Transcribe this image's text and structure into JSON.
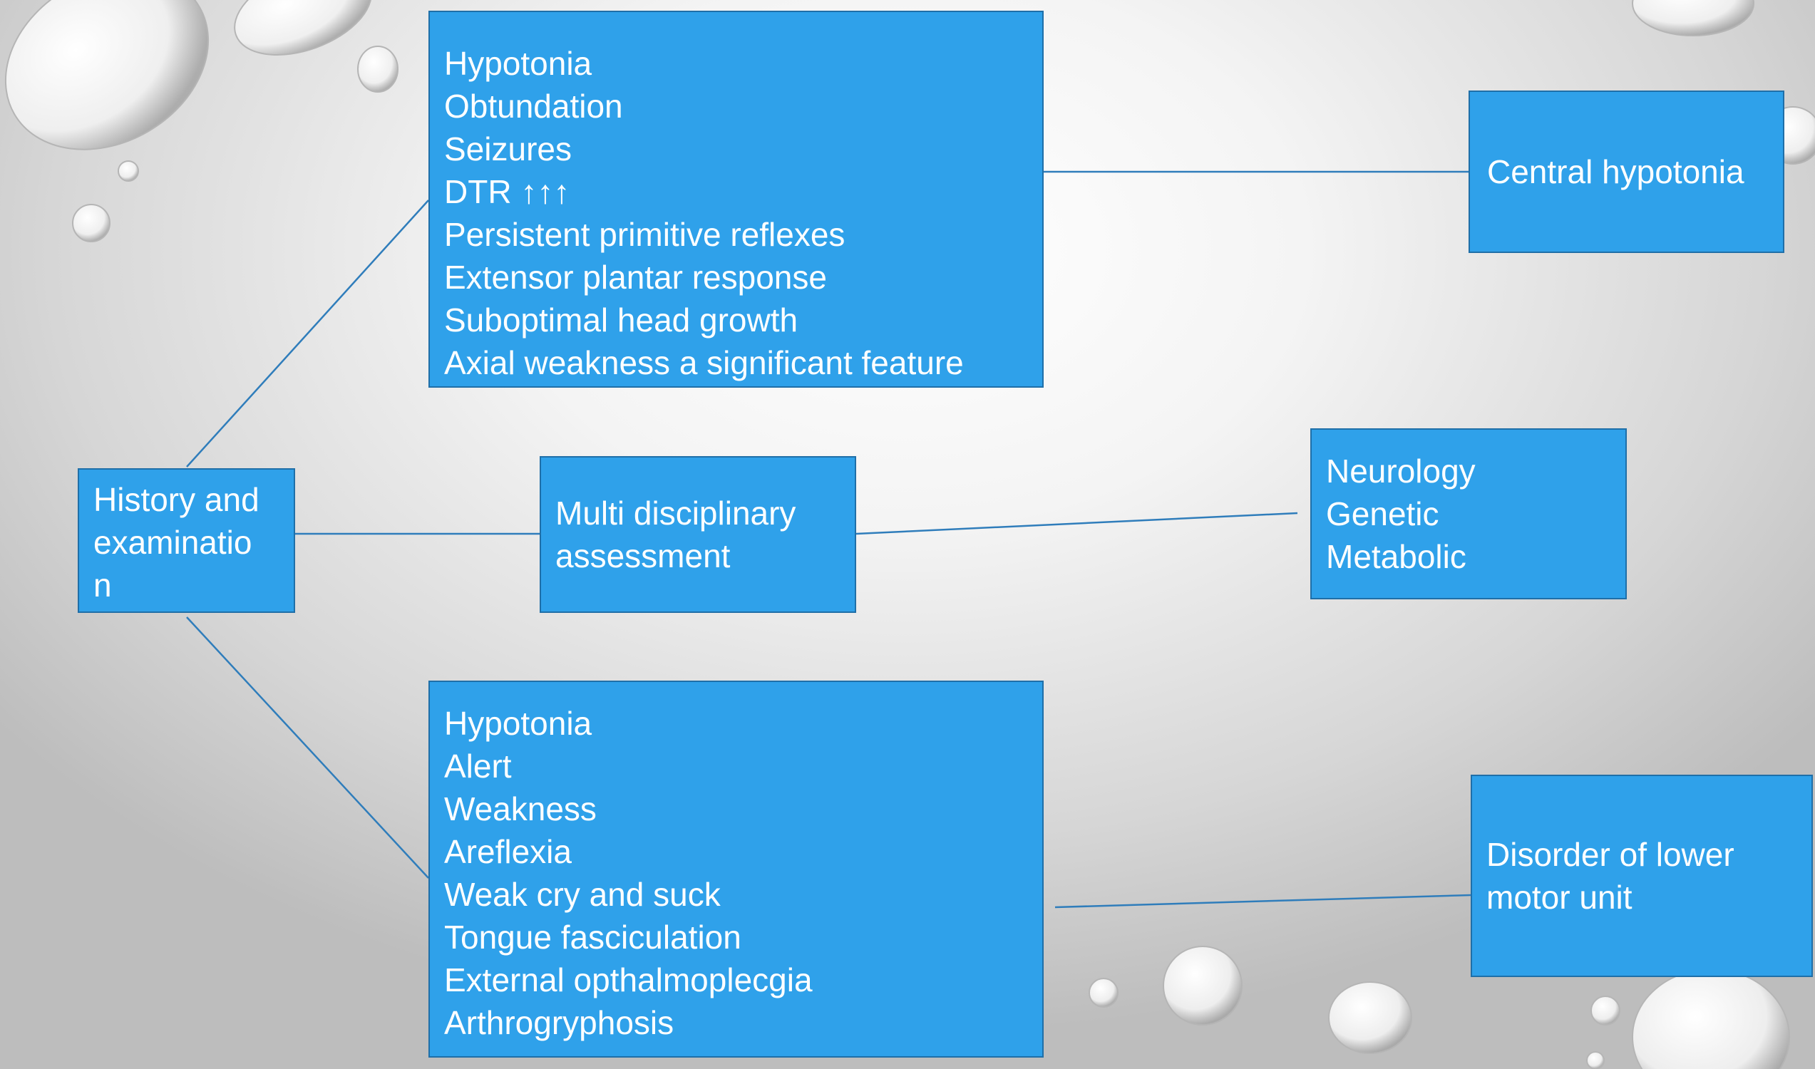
{
  "diagram": {
    "colors": {
      "box_fill": "#2fa1ea",
      "box_border": "#1f6fa8",
      "connector": "#2f7dbb",
      "text": "#ffffff"
    },
    "nodes": {
      "history": {
        "lines": [
          "History and",
          "examinatio",
          "n"
        ]
      },
      "central_findings": {
        "lines": [
          "Hypotonia",
          "Obtundation",
          "Seizures",
          "DTR ↑↑↑",
          "Persistent primitive reflexes",
          "Extensor plantar response",
          "Suboptimal head growth",
          "Axial weakness a significant feature"
        ]
      },
      "central_hypotonia": {
        "lines": [
          "Central hypotonia"
        ]
      },
      "multi": {
        "lines": [
          "Multi disciplinary",
          "assessment"
        ]
      },
      "specialties": {
        "lines": [
          "Neurology",
          "Genetic",
          "Metabolic"
        ]
      },
      "lmu_findings": {
        "lines": [
          "Hypotonia",
          "Alert",
          "Weakness",
          "Areflexia",
          "Weak cry and suck",
          "Tongue fasciculation",
          "External opthalmoplecgia",
          "Arthrogryphosis"
        ]
      },
      "lmu": {
        "lines": [
          "Disorder of lower",
          "motor unit"
        ]
      }
    },
    "edges": [
      {
        "from": "history",
        "to": "central_findings"
      },
      {
        "from": "history",
        "to": "multi"
      },
      {
        "from": "history",
        "to": "lmu_findings"
      },
      {
        "from": "central_findings",
        "to": "central_hypotonia"
      },
      {
        "from": "multi",
        "to": "specialties"
      },
      {
        "from": "lmu_findings",
        "to": "lmu"
      }
    ]
  }
}
